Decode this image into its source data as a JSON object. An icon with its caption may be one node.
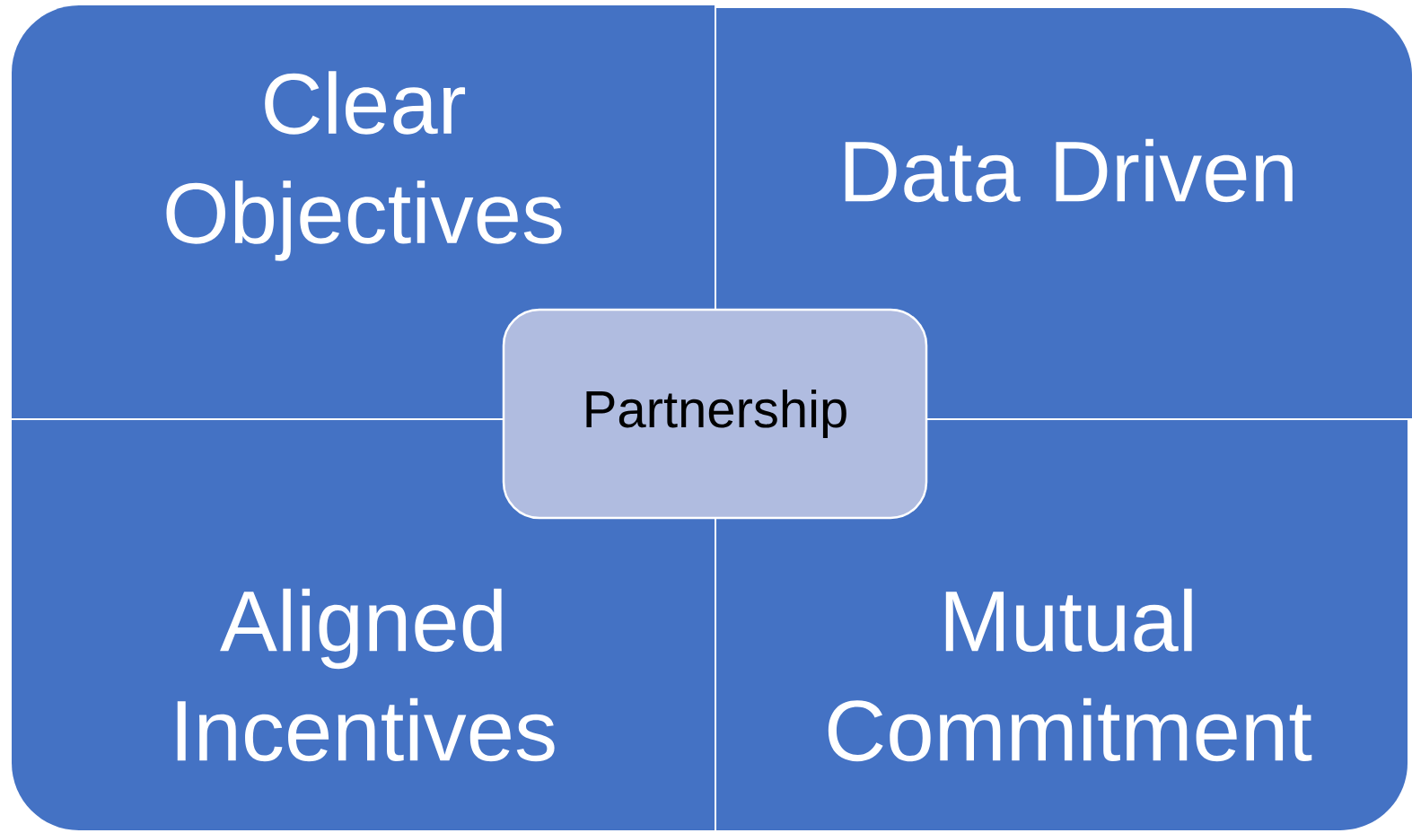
{
  "diagram": {
    "nodes": [
      {
        "text": [
          "Clear Objectives"
        ]
      },
      {
        "text": [
          "Data Driven"
        ]
      },
      {
        "text": [
          "Partnership"
        ]
      },
      {
        "text": [
          "Aligned Incentives"
        ]
      },
      {
        "text": [
          "Mutual Commitment"
        ]
      }
    ]
  }
}
